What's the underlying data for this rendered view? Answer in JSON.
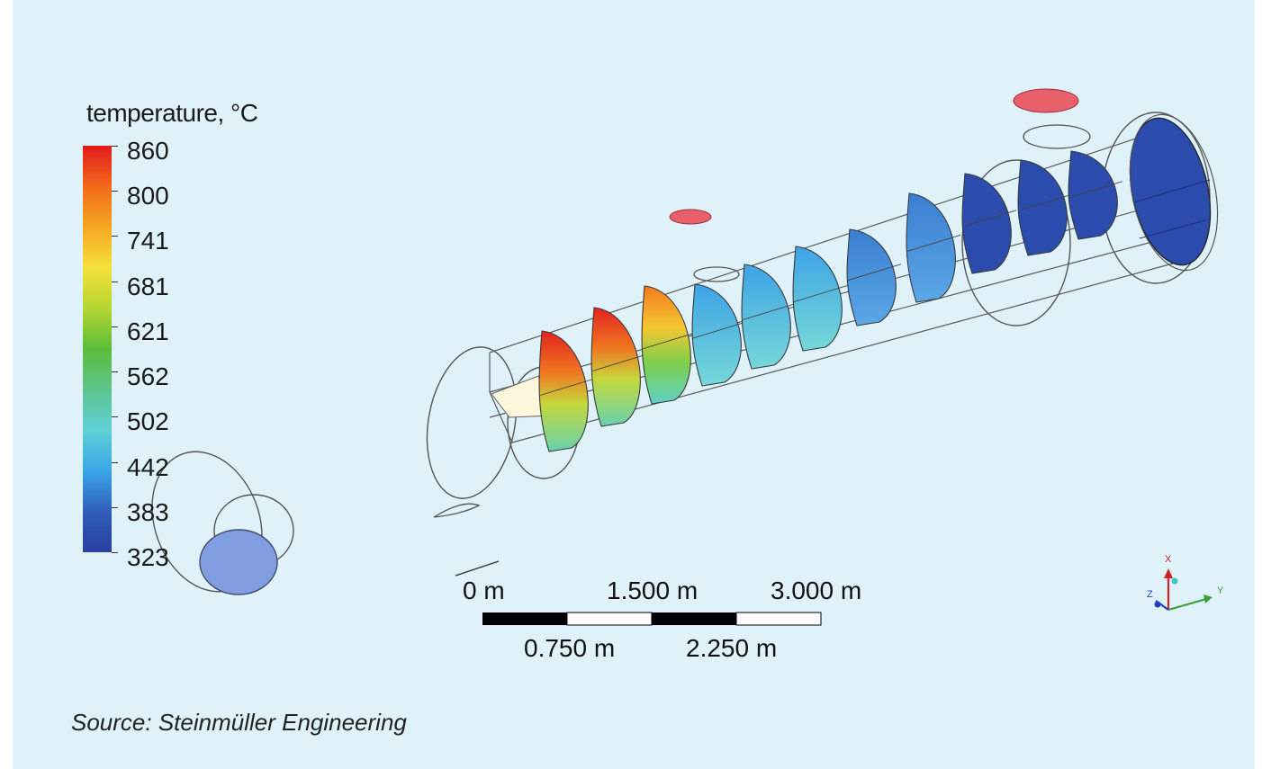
{
  "legend": {
    "title": "temperature, °C",
    "ticks": [
      "860",
      "800",
      "741",
      "681",
      "621",
      "562",
      "502",
      "442",
      "383",
      "323"
    ],
    "colors": [
      "#e31a1c",
      "#f26a1b",
      "#f6a623",
      "#f4e23b",
      "#b5d631",
      "#5bbd3a",
      "#5fc58e",
      "#5fd0d6",
      "#3aa6e8",
      "#2f5fb8",
      "#2a3fa0"
    ]
  },
  "scale_bar": {
    "top_labels": [
      "0 m",
      "1.500 m",
      "3.000 m"
    ],
    "bottom_labels": [
      "0.750 m",
      "2.250 m"
    ]
  },
  "orientation_triad": {
    "x_label": "X",
    "y_label": "Y",
    "z_label": "Z",
    "x_color": "#d42020",
    "y_color": "#3aa03a",
    "z_color": "#2040c0"
  },
  "slices": {
    "fill_colors": [
      "#e5443a",
      "#e5442f",
      "#f19a2c",
      "#4fb3e6",
      "#62c6e8",
      "#6fcde3",
      "#4b8fd8",
      "#3f73c9",
      "#2b4cad",
      "#2b4cad",
      "#2b4cad",
      "#2b4cad"
    ]
  },
  "source": "Source: Steinmüller Engineering"
}
